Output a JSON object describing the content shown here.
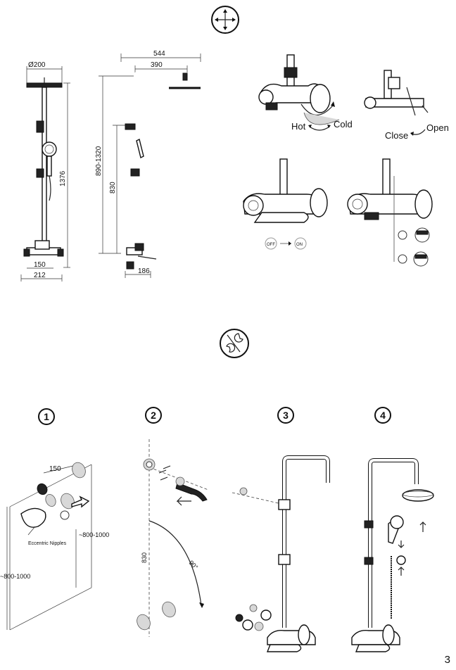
{
  "section_icons": {
    "dimensions_icon": "cross-arrows-icon",
    "installation_icon": "wrench-icon"
  },
  "dimensions": {
    "shower_head_diameter": "Ø200",
    "total_height": "1376",
    "bracket_spacing": "150",
    "mixer_width": "212",
    "arm_length": "544",
    "head_offset": "390",
    "height_range": "890-1320",
    "slide_bar_height": "830",
    "spout_depth": "186"
  },
  "operation": {
    "hot_label": "Hot",
    "cold_label": "Cold",
    "close_label": "Close",
    "open_label": "Open",
    "off_label": "OFF",
    "on_label": "ON"
  },
  "installation": {
    "steps": [
      "1",
      "2",
      "3",
      "4"
    ],
    "step1_spacing": "150",
    "step1_height_a": "~800-1000",
    "step1_height_b": "~800-1000",
    "step1_note": "Eccentric Nipples",
    "step2_height": "830",
    "step2_angle": "90°"
  },
  "page_number": "3"
}
